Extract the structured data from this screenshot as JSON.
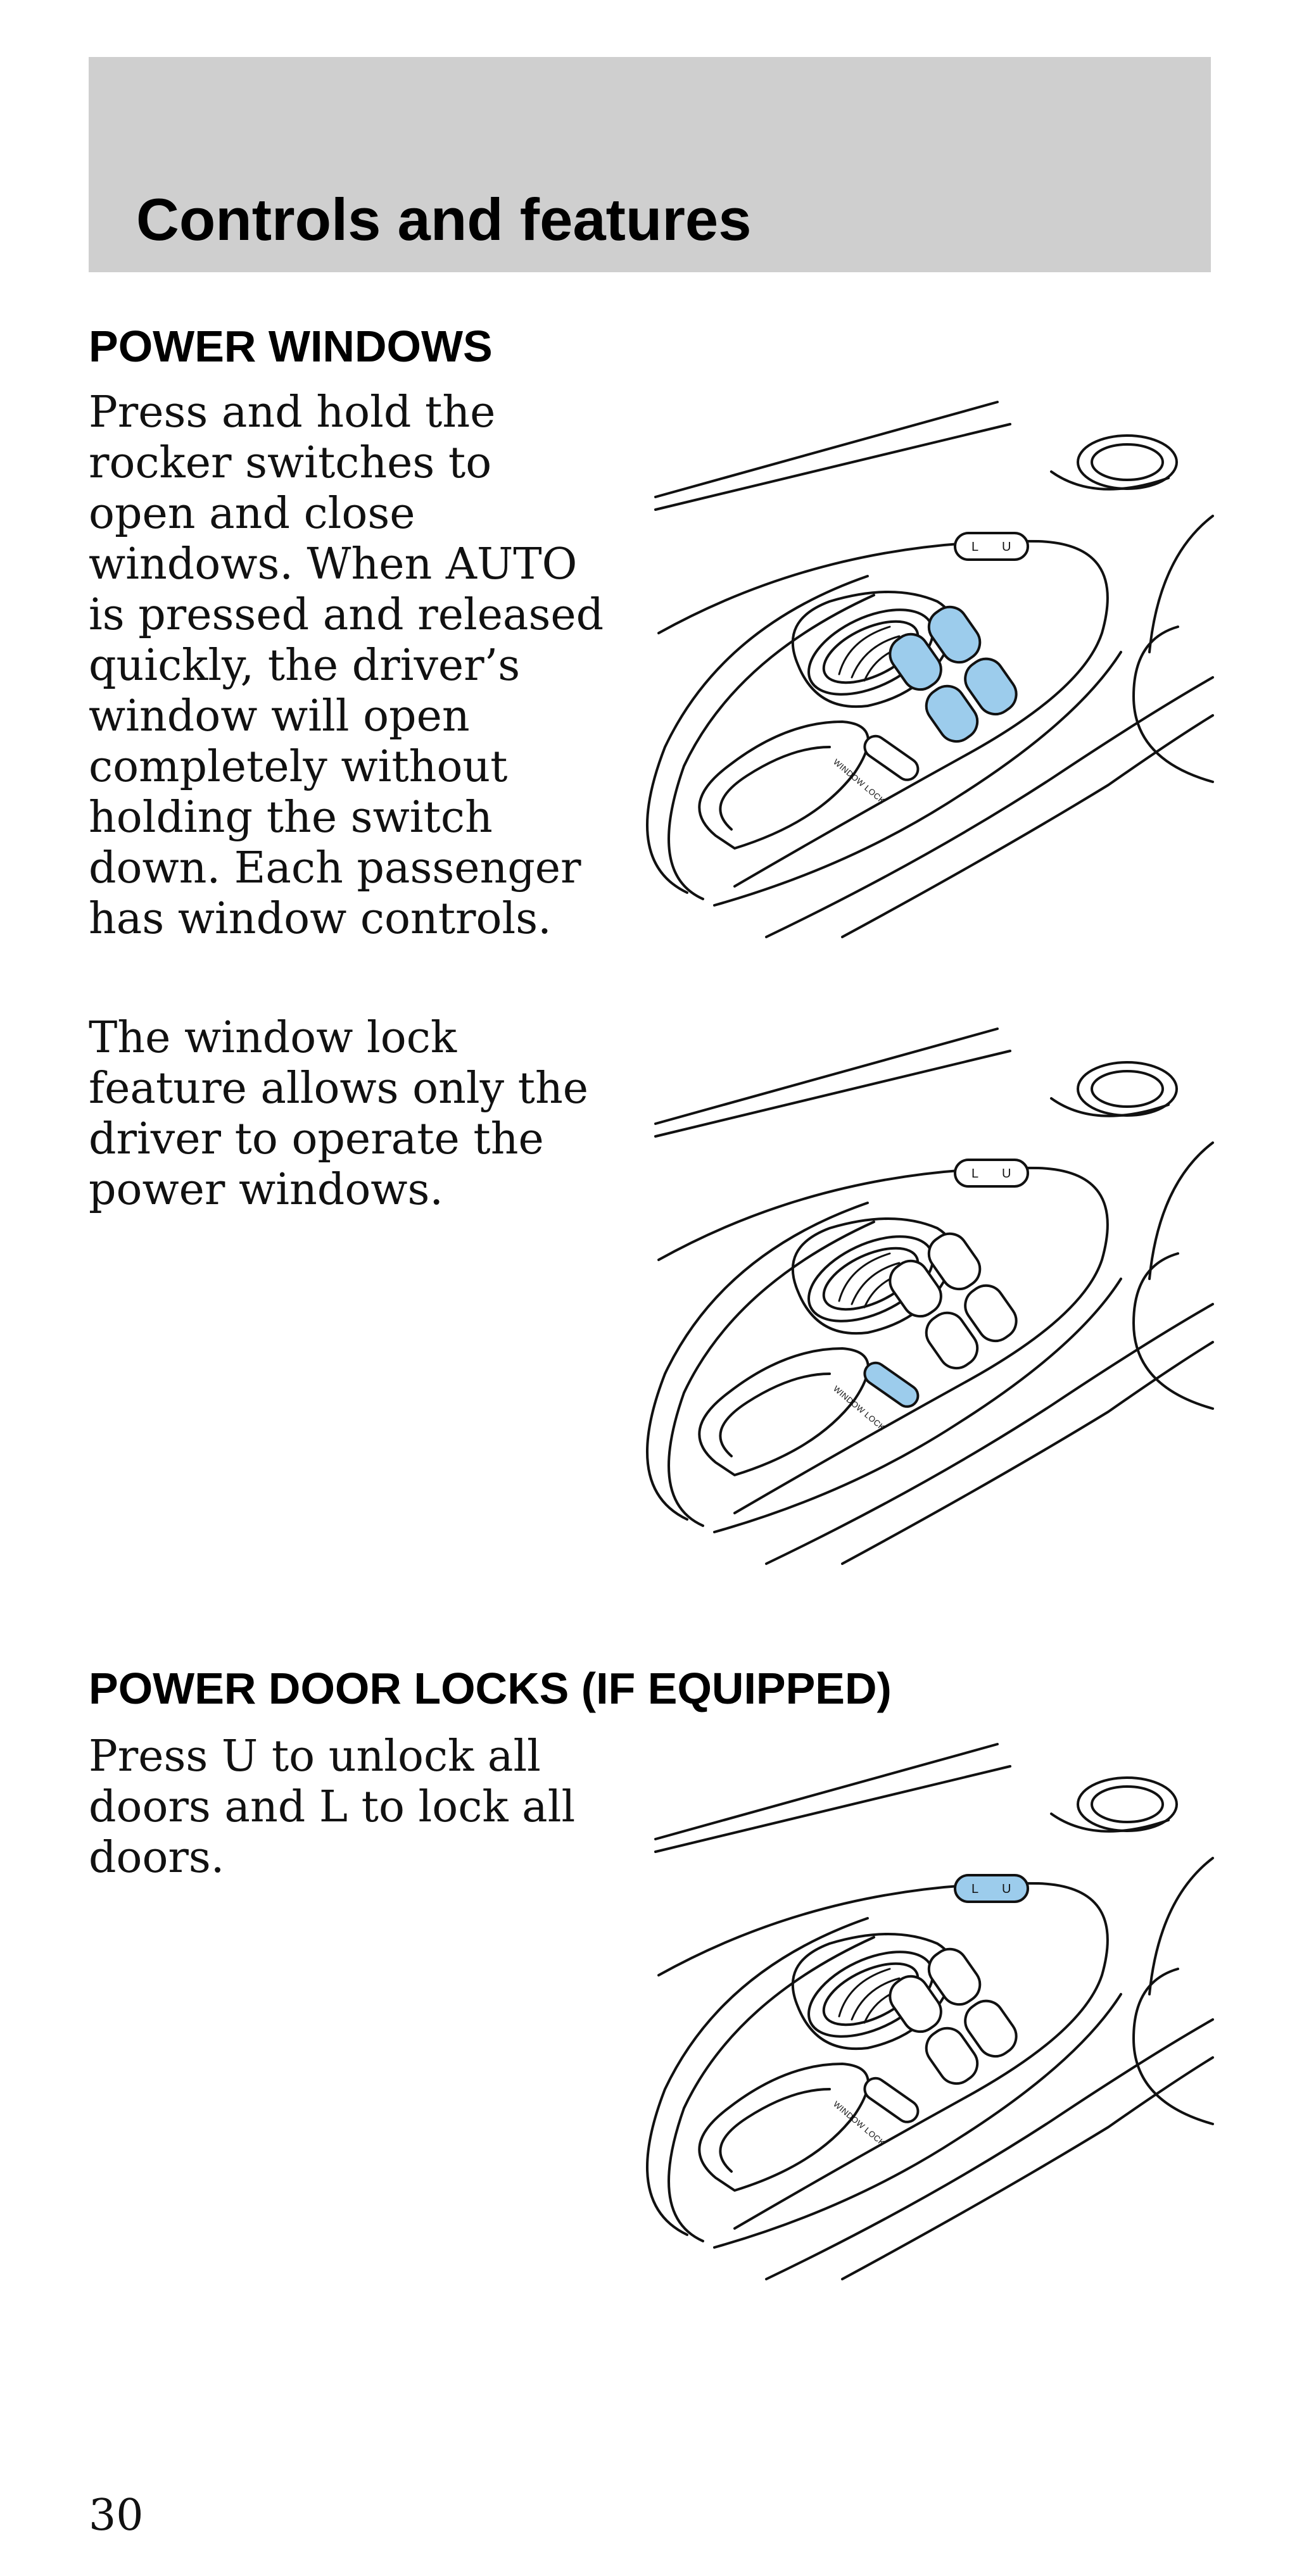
{
  "header": {
    "title": "Controls and features"
  },
  "power_windows": {
    "heading": "POWER WINDOWS",
    "paragraph1_lines": [
      "Press and hold the",
      "rocker switches to",
      "open and close",
      "windows. When AUTO",
      "is pressed and released",
      "quickly, the driver’s",
      "window will open",
      "completely without",
      "holding the switch",
      "down. Each passenger",
      "has window controls."
    ],
    "paragraph2_lines": [
      "The window lock",
      "feature allows only the",
      "driver to operate the",
      "power windows."
    ]
  },
  "power_door_locks": {
    "heading": "POWER DOOR LOCKS (IF EQUIPPED)",
    "paragraph_lines": [
      "Press U to unlock all",
      "doors and L to lock all",
      "doors."
    ]
  },
  "figures": {
    "lock_switch_left": "L",
    "lock_switch_right": "U",
    "window_lock_label": "WINDOW LOCK",
    "highlight_color": "#9cccec"
  },
  "footer": {
    "page_number": "30"
  }
}
